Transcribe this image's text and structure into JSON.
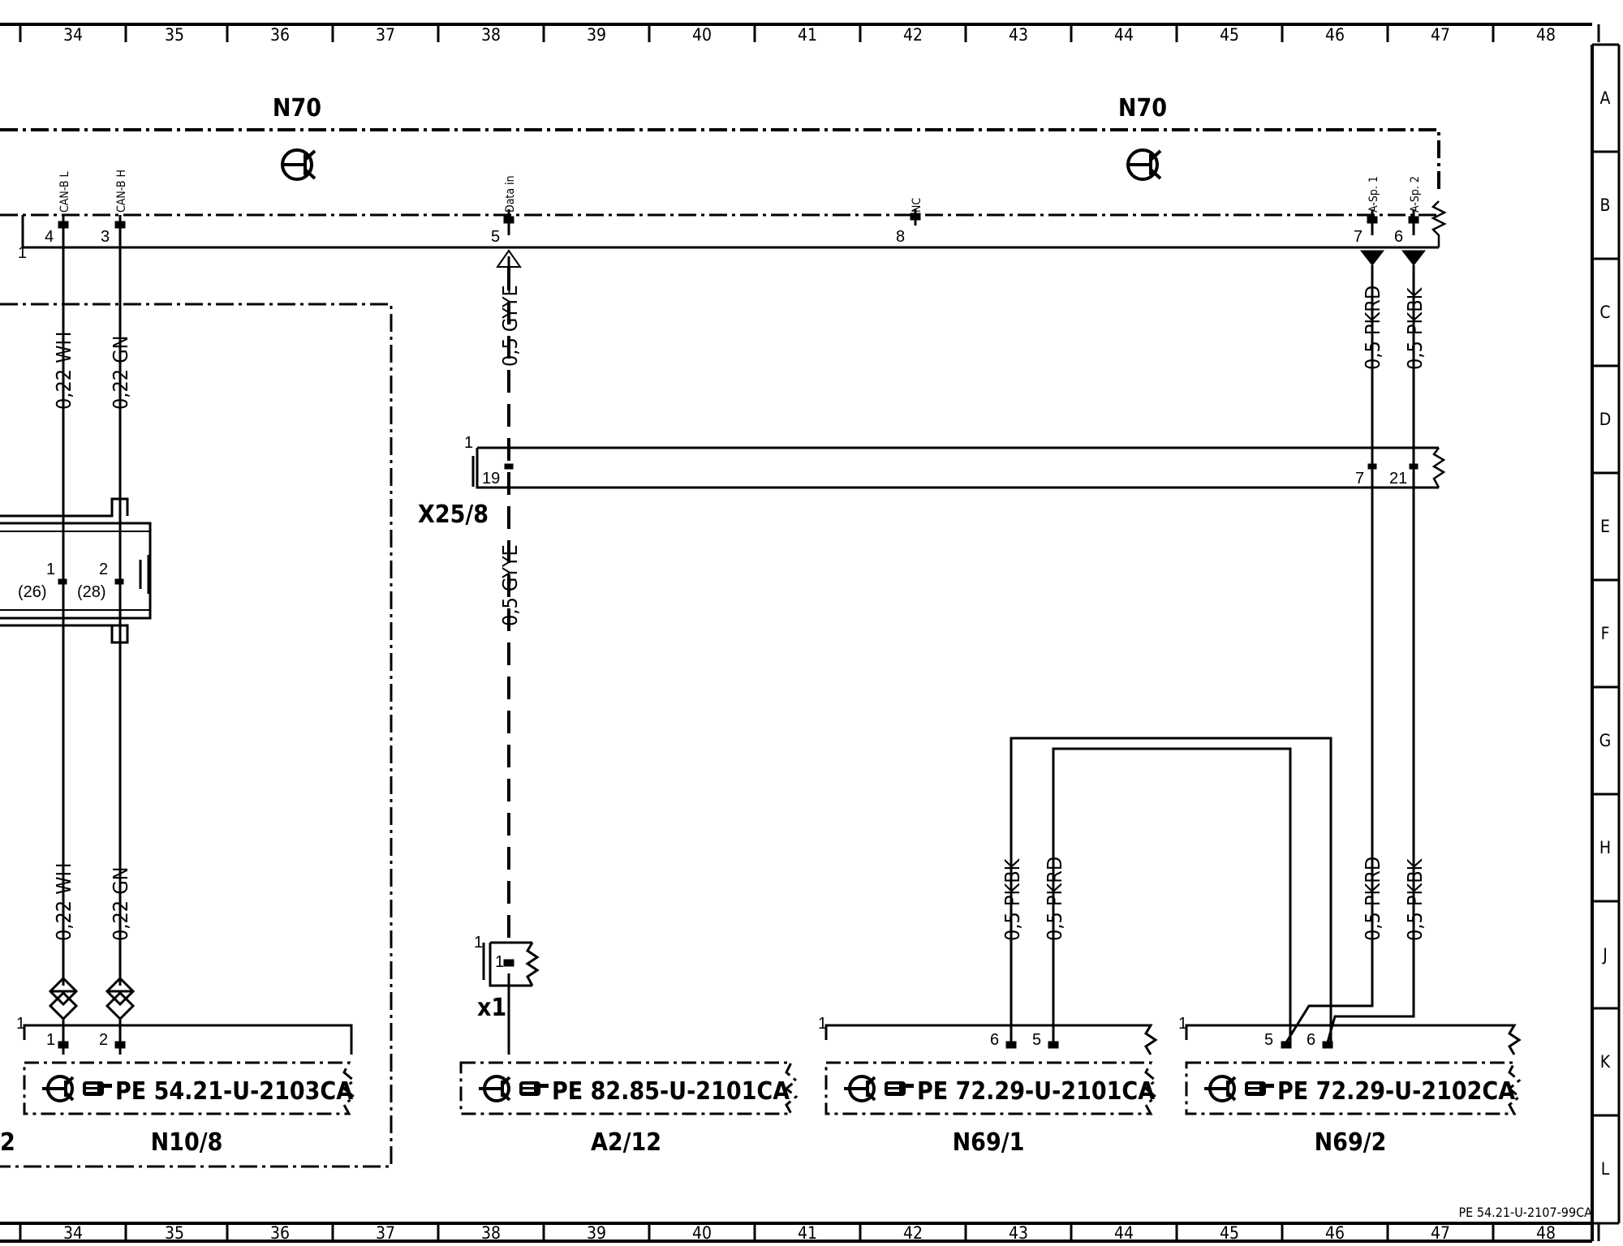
{
  "grid": {
    "columns": [
      "34",
      "35",
      "36",
      "37",
      "38",
      "39",
      "40",
      "41",
      "42",
      "43",
      "44",
      "45",
      "46",
      "47",
      "48"
    ],
    "rows": [
      "A",
      "B",
      "C",
      "D",
      "E",
      "F",
      "G",
      "H",
      "J",
      "K",
      "L"
    ]
  },
  "module_n70": {
    "label_left": "N70",
    "label_right": "N70",
    "connector_pin": "1",
    "pins": [
      {
        "num": "4",
        "name": "CAN-B L"
      },
      {
        "num": "3",
        "name": "CAN-B H"
      },
      {
        "num": "5",
        "name": "Data in"
      },
      {
        "num": "8",
        "name": "NC"
      },
      {
        "num": "7",
        "name": "A-Sp. 1"
      },
      {
        "num": "6",
        "name": "A-Sp. 2"
      }
    ]
  },
  "wires_upper": {
    "wh": "0,22 WH",
    "gn": "0,22 GN",
    "gyye": "0,5 GYYE",
    "pkrd": "0,5 PKRD",
    "pkbk": "0,5 PKBK"
  },
  "wires_lower": {
    "wh": "0,22 WH",
    "gn": "0,22 GN",
    "gyye": "0,5 GYYE",
    "n691_pkbk": "0,5 PKBK",
    "n691_pkrd": "0,5 PKRD",
    "pkrd": "0,5 PKRD",
    "pkbk": "0,5 PKBK"
  },
  "x25_8": {
    "label": "X25/8",
    "connector_pin": "1",
    "pin_left": "19",
    "pin_mid": "7",
    "pin_right": "21"
  },
  "splice": {
    "left": "(26)",
    "right": "(28)",
    "pin_left": "1",
    "pin_right": "2"
  },
  "x1": {
    "label": "x1",
    "connector_pin": "1",
    "inner_pin": "1"
  },
  "components": [
    {
      "id": "N10/8",
      "ref": "PE 54.21-U-2103CA",
      "connector_pin": "1",
      "pins": [
        "1",
        "2"
      ]
    },
    {
      "id": "A2/12",
      "ref": "PE 82.85-U-2101CA",
      "connector_pin": "",
      "pins": []
    },
    {
      "id": "N69/1",
      "ref": "PE 72.29-U-2101CA",
      "connector_pin": "1",
      "pins": [
        "6",
        "5"
      ]
    },
    {
      "id": "N69/2",
      "ref": "PE 72.29-U-2102CA",
      "connector_pin": "1",
      "pins": [
        "5",
        "6"
      ]
    }
  ],
  "partial_left_label": "2",
  "doc_ref": "PE 54.21-U-2107-99CA"
}
